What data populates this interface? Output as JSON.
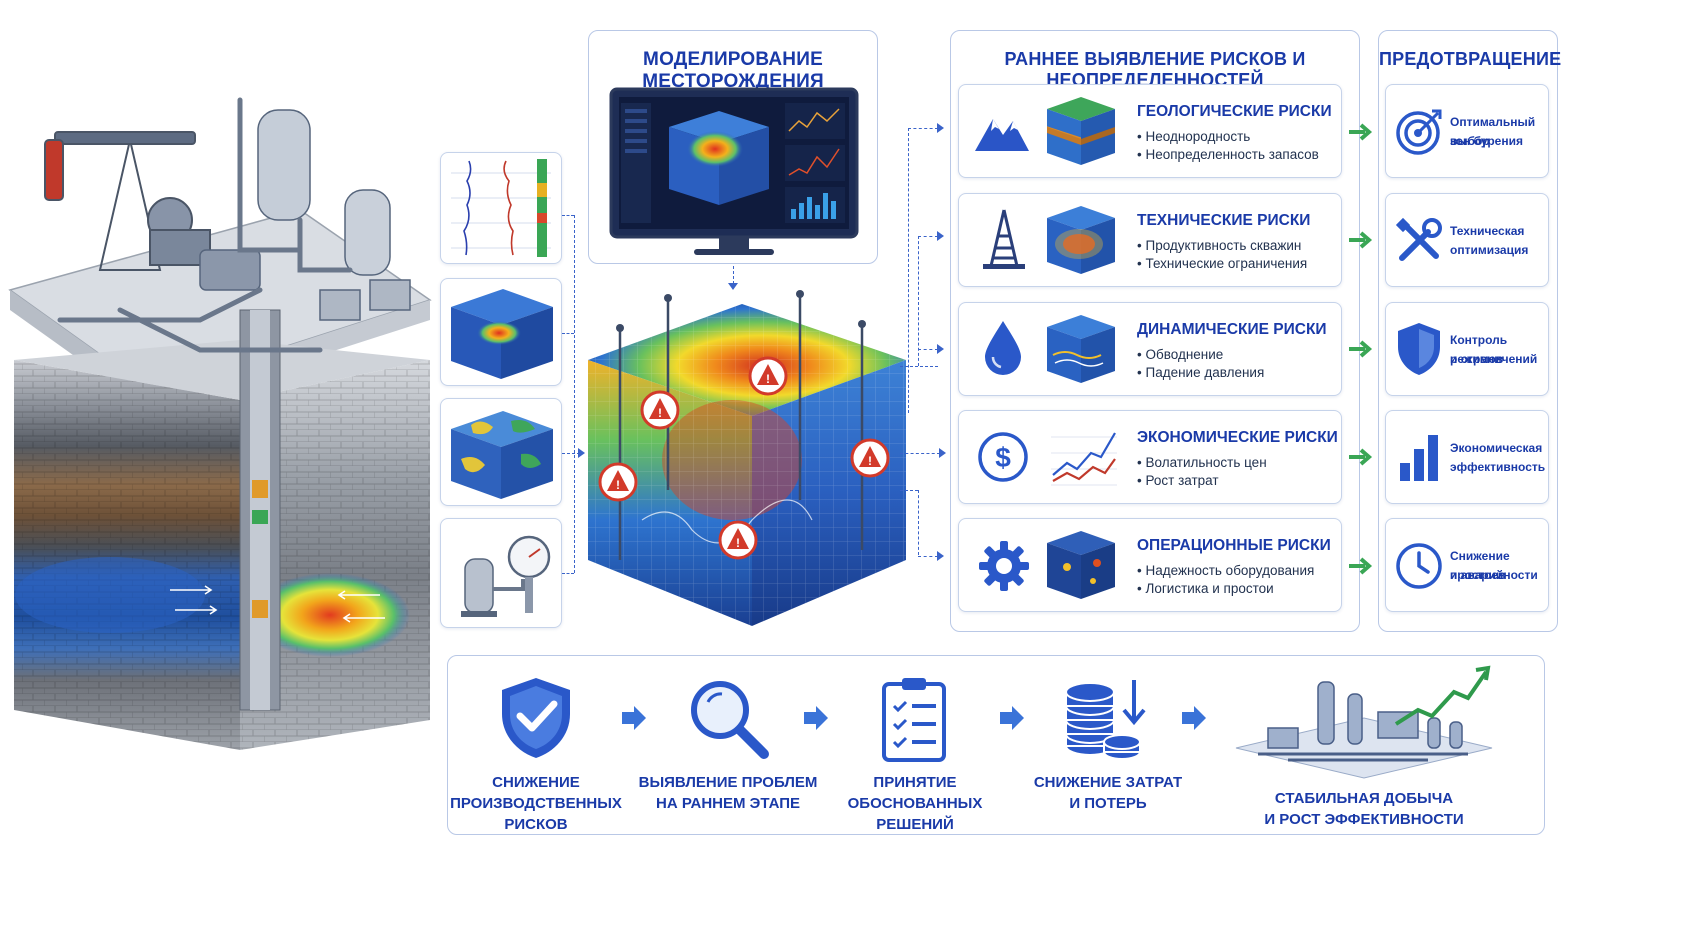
{
  "modeling": {
    "title": "Моделирование месторождения"
  },
  "risks_section": {
    "title": "Раннее выявление рисков и неопределенностей",
    "items": [
      {
        "title": "Геологические риски",
        "bullets": [
          "Неоднородность",
          "Неопределенность запасов"
        ],
        "icon": "mountains-icon"
      },
      {
        "title": "Технические риски",
        "bullets": [
          "Продуктивность скважин",
          "Технические ограничения"
        ],
        "icon": "drilling-rig-icon"
      },
      {
        "title": "Динамические риски",
        "bullets": [
          "Обводнение",
          "Падение давления"
        ],
        "icon": "water-drop-icon"
      },
      {
        "title": "Экономические риски",
        "bullets": [
          "Волатильность цен",
          "Рост затрат"
        ],
        "icon": "dollar-coin-icon"
      },
      {
        "title": "Операционные риски",
        "bullets": [
          "Надежность оборудования",
          "Логистика и простои"
        ],
        "icon": "gear-icon"
      }
    ]
  },
  "prevention": {
    "title": "Предотвращение",
    "items": [
      {
        "label": [
          "Оптимальный выбор",
          "зон бурения"
        ],
        "icon": "target-icon"
      },
      {
        "label": [
          "Техническая",
          "оптимизация"
        ],
        "icon": "tools-icon"
      },
      {
        "label": [
          "Контроль режимов",
          "и ограничений"
        ],
        "icon": "shield-icon"
      },
      {
        "label": [
          "Экономическая",
          "эффективность"
        ],
        "icon": "bar-chart-icon"
      },
      {
        "label": [
          "Снижение простоев",
          "и аварийности"
        ],
        "icon": "clock-icon"
      }
    ]
  },
  "outcomes": {
    "steps": [
      {
        "label": [
          "Снижение",
          "производственных",
          "рисков"
        ],
        "icon": "shield-check-icon"
      },
      {
        "label": [
          "Выявление проблем",
          "на раннем этапе"
        ],
        "icon": "magnifier-icon"
      },
      {
        "label": [
          "Принятие обоснованных",
          "решений"
        ],
        "icon": "clipboard-checklist-icon"
      },
      {
        "label": [
          "Снижение затрат",
          "и потерь"
        ],
        "icon": "coins-down-icon"
      },
      {
        "label": [
          "Стабильная добыча",
          "и рост эффективности"
        ],
        "icon": "facility-growth-icon"
      }
    ]
  },
  "colors": {
    "accent": "#1a3aa8",
    "arrow_green": "#3aa655",
    "panel_border": "#b9c8e6"
  }
}
